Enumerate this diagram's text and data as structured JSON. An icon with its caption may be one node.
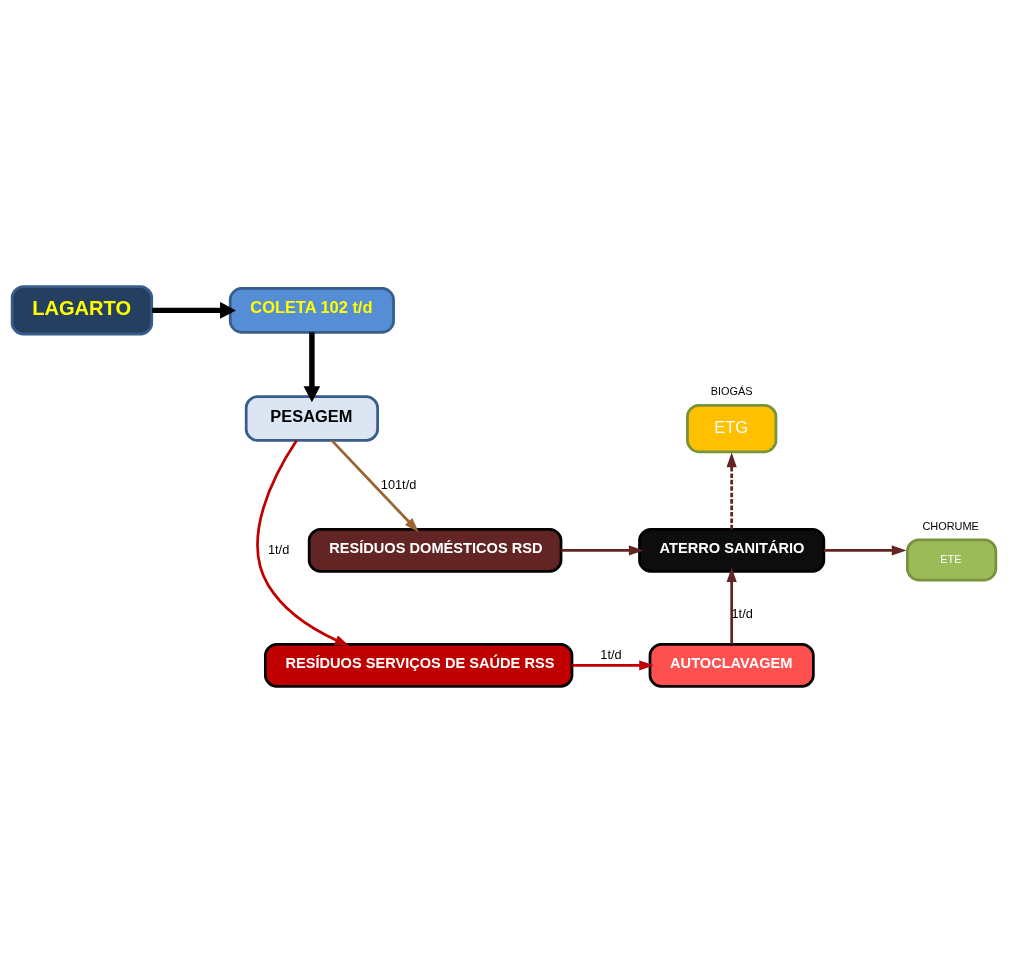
{
  "diagram": {
    "nodes": [
      {
        "text": [
          "COLETA 102 t/d"
        ]
      },
      {
        "text": [
          "LAGARTO"
        ]
      },
      {
        "text": [
          "PESAGEM"
        ]
      },
      {
        "text": [
          "RESÍDUOS DOMÉSTICOS RSD"
        ]
      },
      {
        "text": [
          "ATERRO SANITÁRIO"
        ]
      },
      {
        "text": [
          "ETG"
        ],
        "beside": [
          "BIOGÁS"
        ]
      },
      {
        "text": [
          "ETE"
        ],
        "beside": [
          "CHORUME"
        ]
      },
      {
        "text": [
          "RESÍDUOS SERVIÇOS DE SAÚDE RSS"
        ]
      },
      {
        "text": [
          "AUTOCLAVAGEM"
        ]
      }
    ],
    "edges": [
      {
        "from": 1,
        "to": 0,
        "arrow": "to",
        "style": "thick",
        "color": "#000000"
      },
      {
        "from": 0,
        "to": 2,
        "arrow": "to",
        "style": "thick",
        "color": "#000000"
      },
      {
        "from": 2,
        "to": 3,
        "arrow": "to",
        "label": "101t/d",
        "color": "#996633"
      },
      {
        "from": 2,
        "to": 7,
        "arrow": "to",
        "label": "1t/d",
        "color": "#c00000"
      },
      {
        "from": 3,
        "to": 4,
        "arrow": "to"
      },
      {
        "from": 4,
        "to": 5,
        "arrow": "to",
        "style": "dashed"
      },
      {
        "from": 4,
        "to": 6,
        "arrow": "to"
      },
      {
        "from": 7,
        "to": 8,
        "arrow": "to",
        "label": "1t/d",
        "color": "#c00000"
      },
      {
        "from": 8,
        "to": 4,
        "arrow": "to",
        "label": "1t/d"
      }
    ]
  }
}
